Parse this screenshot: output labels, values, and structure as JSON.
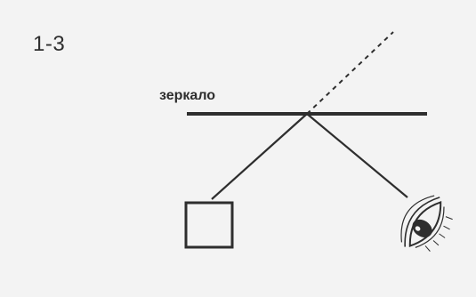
{
  "figure_label": "1-3",
  "mirror_label": "зеркало",
  "colors": {
    "background": "#f3f3f3",
    "ink": "#2e2e2e"
  },
  "elements": {
    "object": "square",
    "observer": "eye-icon"
  }
}
